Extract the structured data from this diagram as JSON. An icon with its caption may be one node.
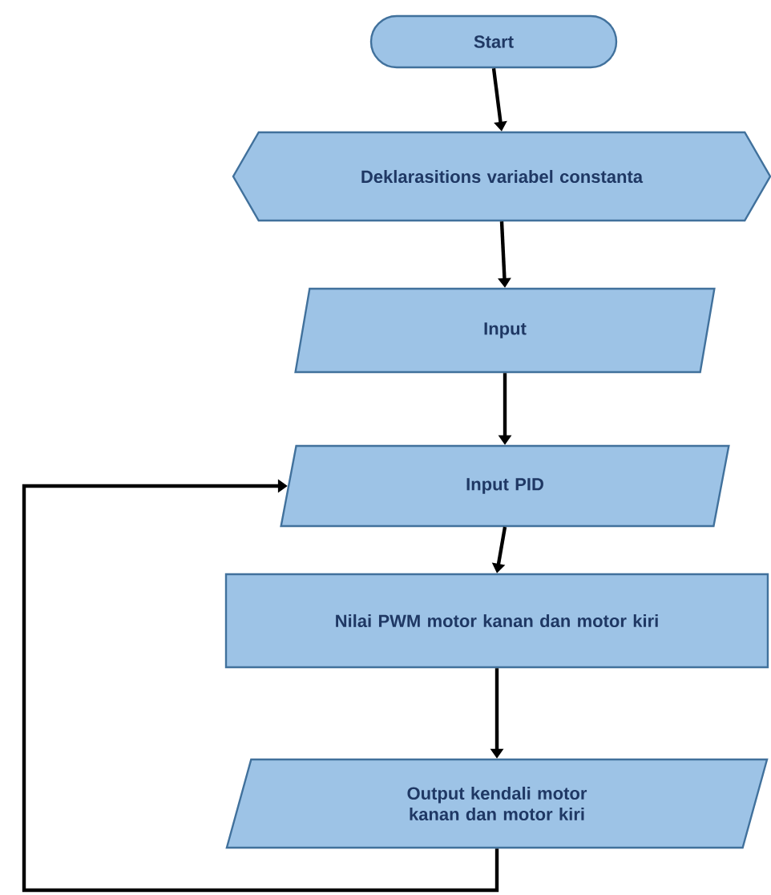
{
  "diagram": {
    "nodes": [
      {
        "text": [
          "Start"
        ]
      },
      {
        "text": [
          "Deklarasitions variabel constanta"
        ]
      },
      {
        "text": [
          "Input"
        ]
      },
      {
        "text": [
          "Input PID"
        ]
      },
      {
        "text": [
          "Nilai PWM motor kanan dan motor kiri"
        ]
      },
      {
        "text": [
          "Output kendali motor kanan dan motor kiri"
        ]
      }
    ],
    "edges": [
      {
        "from": 0,
        "to": 1,
        "arrow": "to"
      },
      {
        "from": 1,
        "to": 2,
        "arrow": "to"
      },
      {
        "from": 2,
        "to": 3,
        "arrow": "to"
      },
      {
        "from": 3,
        "to": 4,
        "arrow": "to"
      },
      {
        "from": 4,
        "to": 5,
        "arrow": "to"
      },
      {
        "from": 5,
        "to": 3,
        "arrow": "to"
      }
    ]
  }
}
